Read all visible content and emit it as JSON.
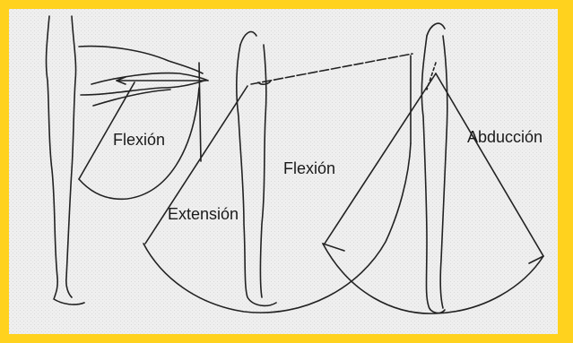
{
  "labels": {
    "knee_flexion": "Flexión",
    "hip_flexion": "Flexión",
    "hip_extension": "Extensión",
    "hip_abduction": "Abducción"
  },
  "colors": {
    "border": "#ffd21e",
    "paper": "#efefef",
    "ink": "#1a1a1a"
  }
}
